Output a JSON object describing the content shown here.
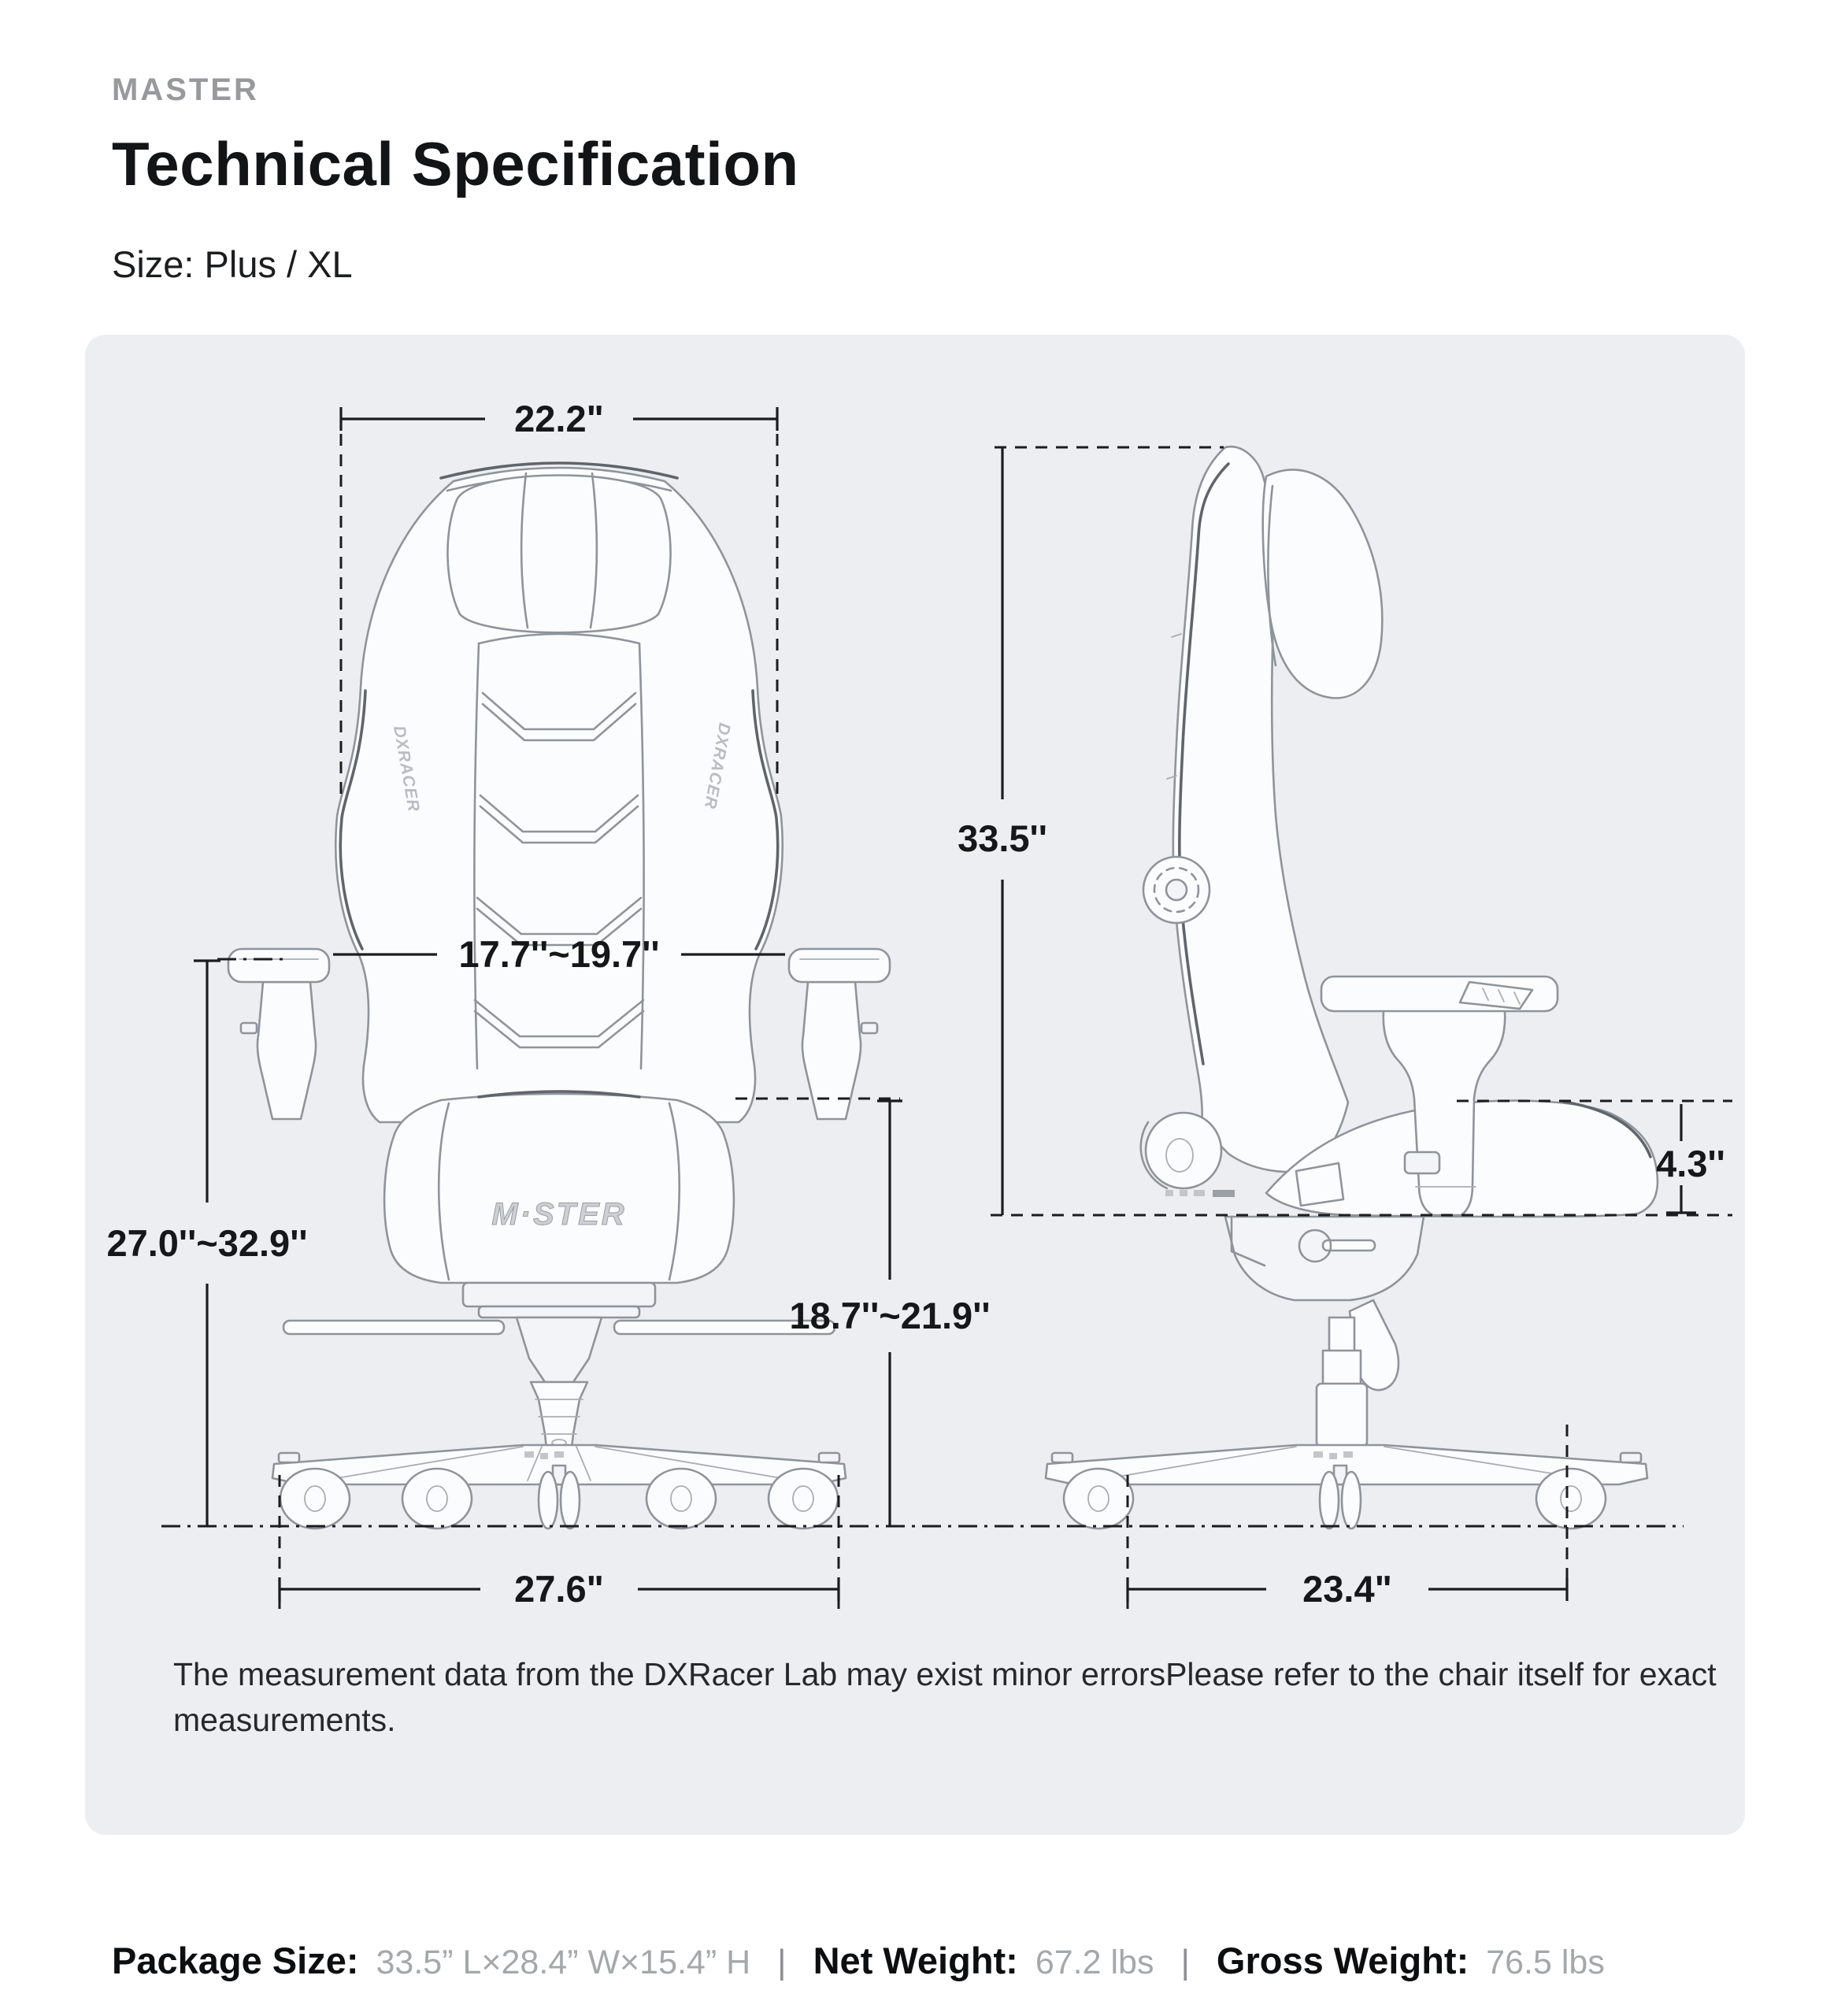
{
  "header": {
    "eyebrow": "MASTER",
    "title": "Technical Specification",
    "size_label": "Size: Plus / XL"
  },
  "diagram": {
    "front": {
      "top_width": "22.2\"",
      "seat_width": "17.7''~19.7''",
      "floor_to_armrest": "27.0''~32.9''",
      "seat_height": "18.7''~21.9''",
      "base_width": "27.6\"",
      "seat_logo": "M·STER",
      "wing_logo": "DXRACER"
    },
    "side": {
      "backrest_height": "33.5''",
      "seat_thickness": "4.3''",
      "base_depth": "23.4\""
    }
  },
  "note": {
    "text": "The measurement data from the DXRacer Lab may exist minor errorsPlease refer to the chair itself for exact measurements."
  },
  "footer": {
    "package_size_label": "Package Size:",
    "package_size_value": "33.5” L×28.4” W×15.4” H",
    "separator": "|",
    "net_weight_label": "Net Weight:",
    "net_weight_value": "67.2 lbs",
    "gross_weight_label": "Gross Weight:",
    "gross_weight_value": "76.5 lbs"
  }
}
